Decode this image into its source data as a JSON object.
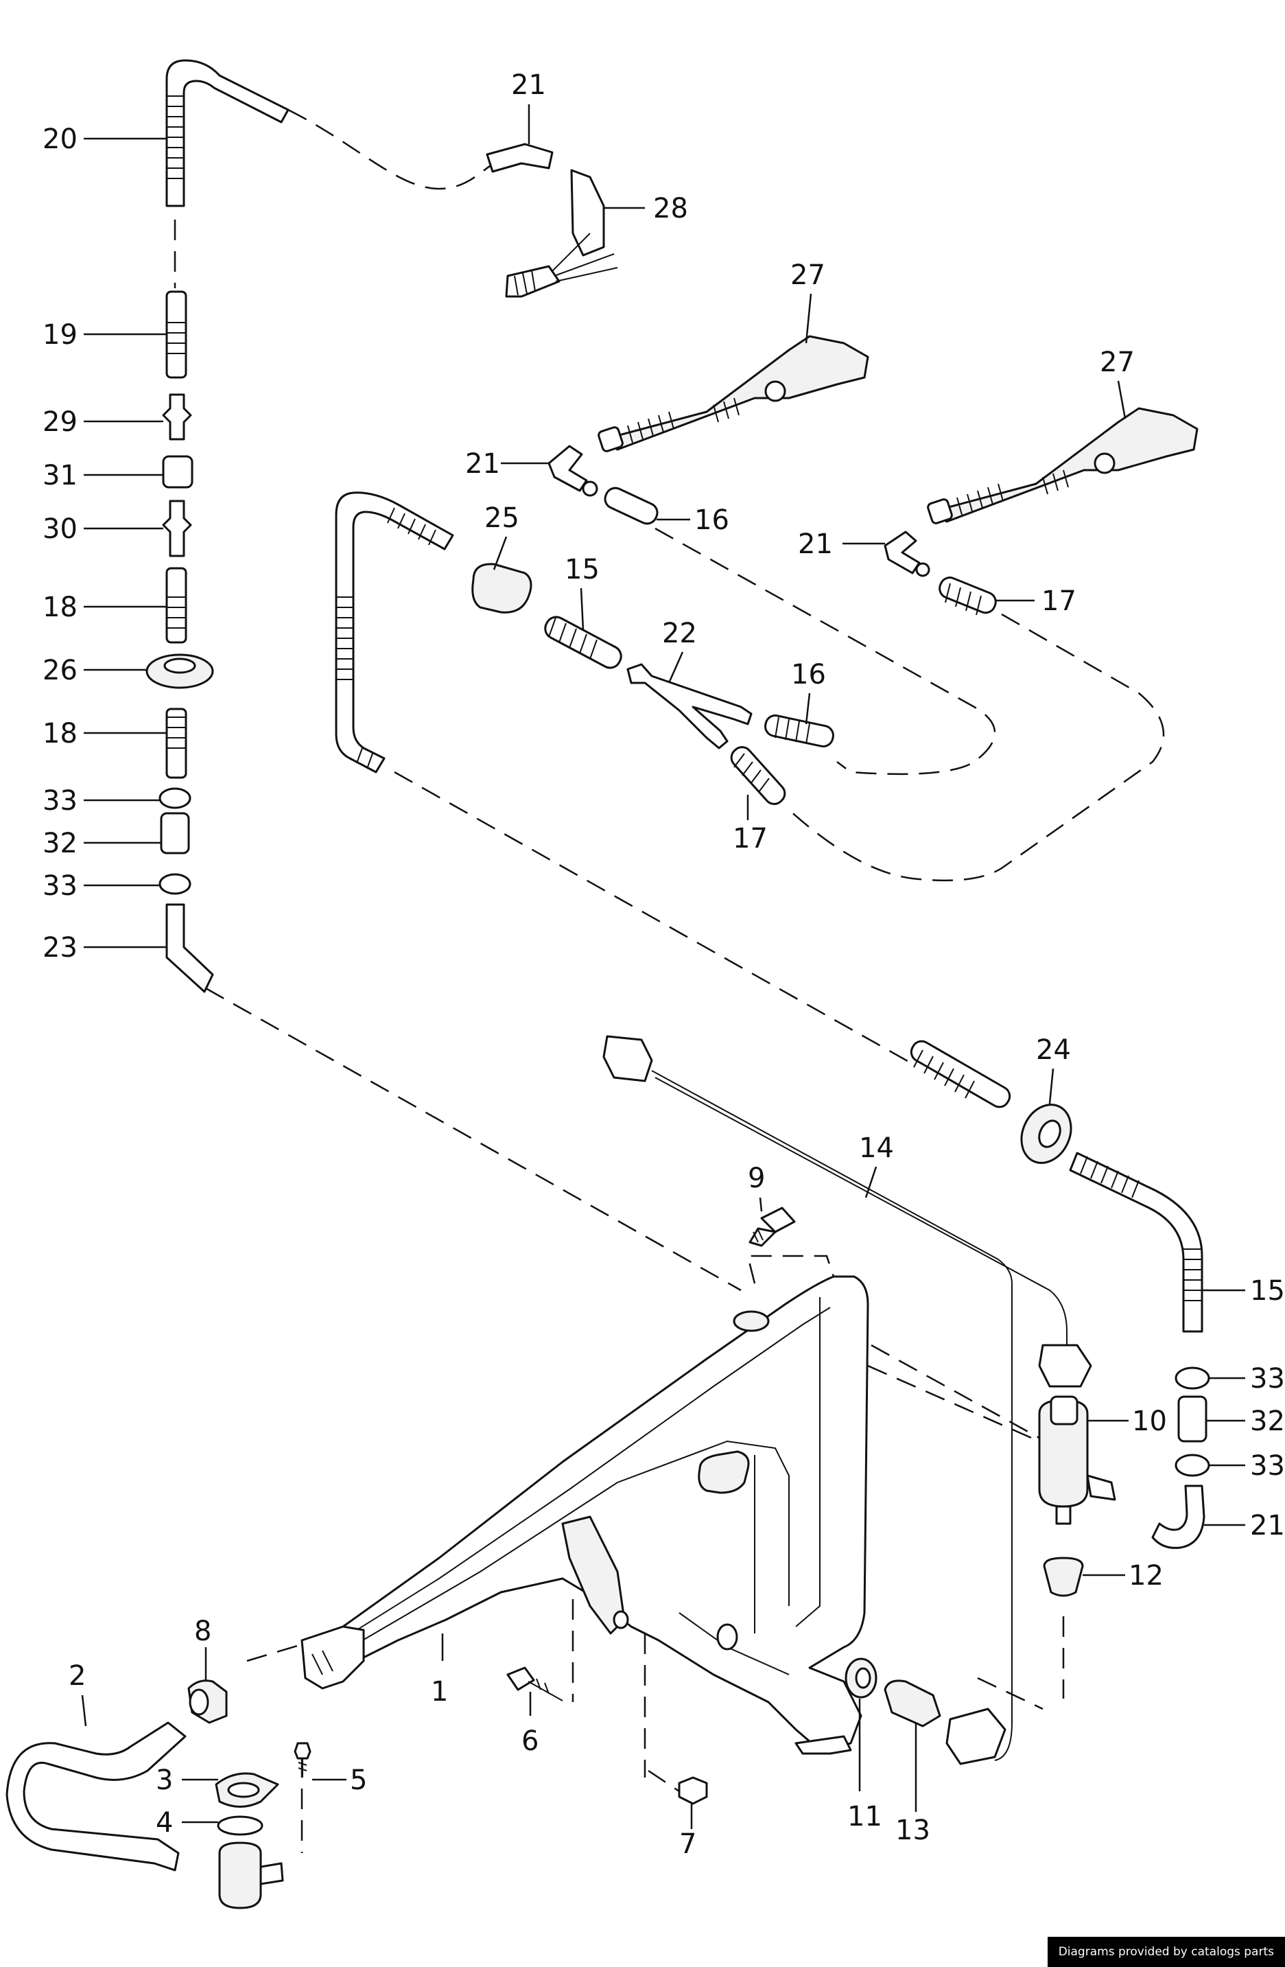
{
  "credit": "Diagrams provided by catalogs parts",
  "callouts": {
    "c1": "1",
    "c2": "2",
    "c3": "3",
    "c4": "4",
    "c5": "5",
    "c6": "6",
    "c7": "7",
    "c8": "8",
    "c9": "9",
    "c10": "10",
    "c11": "11",
    "c12": "12",
    "c13": "13",
    "c14": "14",
    "c15a": "15",
    "c15b": "15",
    "c16a": "16",
    "c16b": "16",
    "c17a": "17",
    "c17b": "17",
    "c18a": "18",
    "c18b": "18",
    "c19": "19",
    "c20": "20",
    "c21a": "21",
    "c21b": "21",
    "c21c": "21",
    "c21d": "21",
    "c22": "22",
    "c23": "23",
    "c24": "24",
    "c25": "25",
    "c26": "26",
    "c27a": "27",
    "c27b": "27",
    "c28": "28",
    "c29": "29",
    "c30": "30",
    "c31": "31",
    "c32a": "32",
    "c32b": "32",
    "c33a": "33",
    "c33b": "33",
    "c33c": "33",
    "c33d": "33"
  }
}
